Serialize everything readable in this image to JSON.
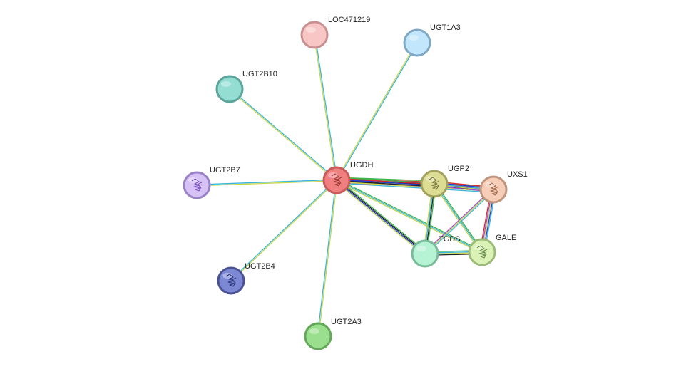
{
  "network": {
    "nodes": [
      {
        "id": "UGDH",
        "label": "UGDH",
        "fill": "#f08080",
        "stroke": "#c85a5a",
        "icon": "protein-structure-icon",
        "icon_color": "#a04040"
      },
      {
        "id": "LOC471219",
        "label": "LOC471219",
        "fill": "#f9c6c6",
        "stroke": "#c89090",
        "icon": null
      },
      {
        "id": "UGT1A3",
        "label": "UGT1A3",
        "fill": "#c2e6fb",
        "stroke": "#7fa8c4",
        "icon": null
      },
      {
        "id": "UGT2B10",
        "label": "UGT2B10",
        "fill": "#93ddd3",
        "stroke": "#5ba49a",
        "icon": null
      },
      {
        "id": "UGT2B7",
        "label": "UGT2B7",
        "fill": "#d6c2f4",
        "stroke": "#9a82c8",
        "icon": "protein-structure-icon",
        "icon_color": "#7a50c0"
      },
      {
        "id": "UGT2B4",
        "label": "UGT2B4",
        "fill": "#7c88d4",
        "stroke": "#4a5294",
        "icon": "protein-structure-icon",
        "icon_color": "#2a3478"
      },
      {
        "id": "UGT2A3",
        "label": "UGT2A3",
        "fill": "#9adf8e",
        "stroke": "#62a858",
        "icon": null
      },
      {
        "id": "UGP2",
        "label": "UGP2",
        "fill": "#dcdc92",
        "stroke": "#a2a25e",
        "icon": "protein-structure-icon",
        "icon_color": "#7a7a40"
      },
      {
        "id": "UXS1",
        "label": "UXS1",
        "fill": "#f6cdb6",
        "stroke": "#c2967e",
        "icon": "protein-structure-icon",
        "icon_color": "#a06a50"
      },
      {
        "id": "TGDS",
        "label": "TGDS",
        "fill": "#b6f2d4",
        "stroke": "#78bc9a",
        "icon": null
      },
      {
        "id": "GALE",
        "label": "GALE",
        "fill": "#daf2b6",
        "stroke": "#9cbc78",
        "icon": "protein-structure-icon",
        "icon_color": "#6a8a50"
      }
    ],
    "edges": [
      {
        "source": "UGDH",
        "target": "LOC471219",
        "colors": [
          "#c8d64c",
          "#3cb4d8"
        ]
      },
      {
        "source": "UGDH",
        "target": "UGT1A3",
        "colors": [
          "#c8d64c",
          "#3cb4d8"
        ]
      },
      {
        "source": "UGDH",
        "target": "UGT2B10",
        "colors": [
          "#c8d64c",
          "#3cb4d8"
        ]
      },
      {
        "source": "UGDH",
        "target": "UGT2B7",
        "colors": [
          "#c8d64c",
          "#3cb4d8"
        ]
      },
      {
        "source": "UGDH",
        "target": "UGT2B4",
        "colors": [
          "#c8d64c",
          "#3cb4d8"
        ]
      },
      {
        "source": "UGDH",
        "target": "UGT2A3",
        "colors": [
          "#c8d64c",
          "#3cb4d8"
        ]
      },
      {
        "source": "UGDH",
        "target": "UGP2",
        "colors": [
          "#3cb44b",
          "#d62728",
          "#1f3fd0",
          "#222222",
          "#c8d64c",
          "#a04ad0"
        ]
      },
      {
        "source": "UGDH",
        "target": "UXS1",
        "colors": [
          "#3cb44b",
          "#d62728",
          "#1f3fd0",
          "#222222",
          "#c8d64c",
          "#3cb4d8"
        ]
      },
      {
        "source": "UGDH",
        "target": "TGDS",
        "colors": [
          "#3cb44b",
          "#222222",
          "#1f3fd0",
          "#c8d64c"
        ]
      },
      {
        "source": "UGDH",
        "target": "GALE",
        "colors": [
          "#3cb44b",
          "#3cb4d8",
          "#c8d64c"
        ]
      },
      {
        "source": "UGP2",
        "target": "UXS1",
        "colors": [
          "#d62728",
          "#1f3fd0",
          "#3cb4d8",
          "#c8d64c",
          "#a04ad0"
        ]
      },
      {
        "source": "UGP2",
        "target": "TGDS",
        "colors": [
          "#3cb44b",
          "#222222",
          "#3cb4d8",
          "#c8d64c"
        ]
      },
      {
        "source": "UGP2",
        "target": "GALE",
        "colors": [
          "#3cb44b",
          "#3cb4d8",
          "#c8d64c"
        ]
      },
      {
        "source": "UXS1",
        "target": "TGDS",
        "colors": [
          "#3cb4d8",
          "#c8d64c",
          "#a04ad0"
        ]
      },
      {
        "source": "UXS1",
        "target": "GALE",
        "colors": [
          "#3cb4d8",
          "#1f3fd0",
          "#c8d64c",
          "#a04ad0",
          "#d62728"
        ]
      },
      {
        "source": "TGDS",
        "target": "GALE",
        "colors": [
          "#3cb44b",
          "#3cb4d8",
          "#c8d64c",
          "#222222"
        ]
      }
    ]
  }
}
